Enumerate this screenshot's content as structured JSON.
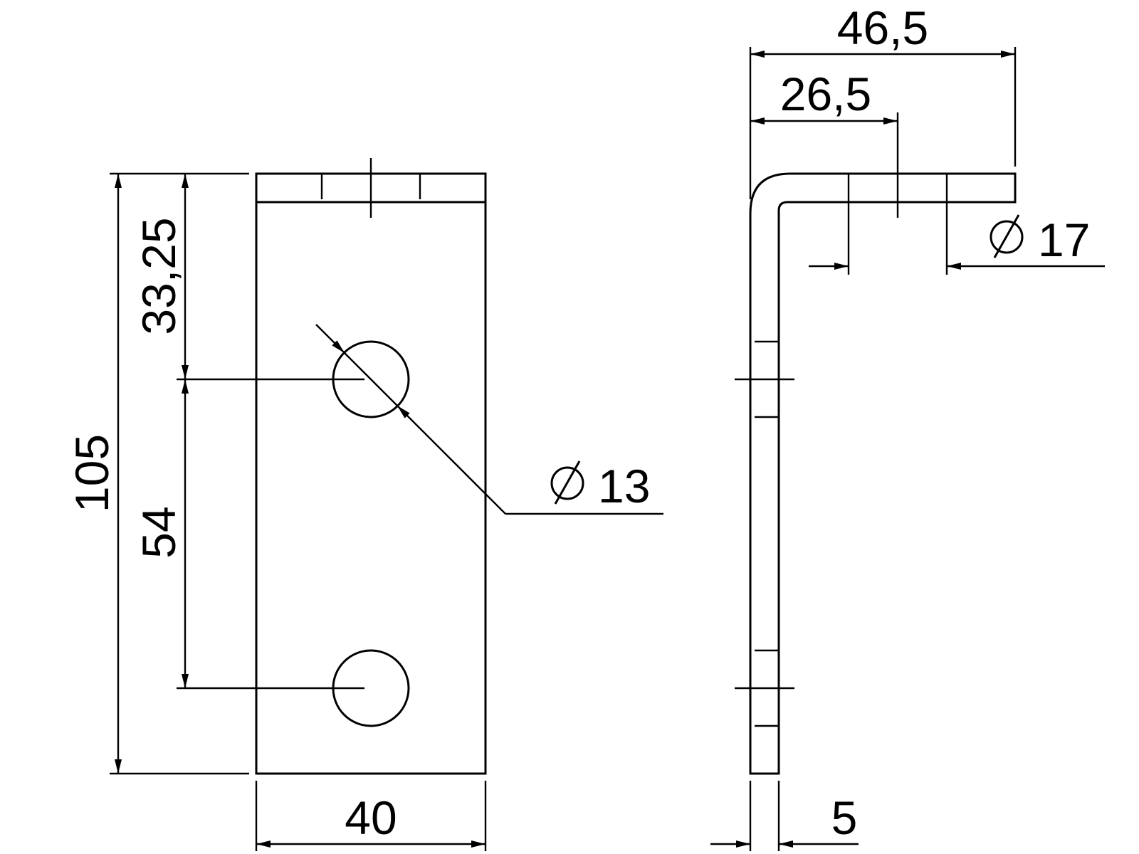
{
  "diagram": {
    "front_view": {
      "height_total": "105",
      "top_to_hole": "33,25",
      "hole_spacing": "54",
      "width": "40",
      "hole_diameter": "13"
    },
    "side_view": {
      "overall_depth": "46,5",
      "to_hole_center": "26,5",
      "thickness": "5",
      "hole_diameter": "17"
    },
    "symbols": {
      "diameter": "⌀"
    }
  }
}
